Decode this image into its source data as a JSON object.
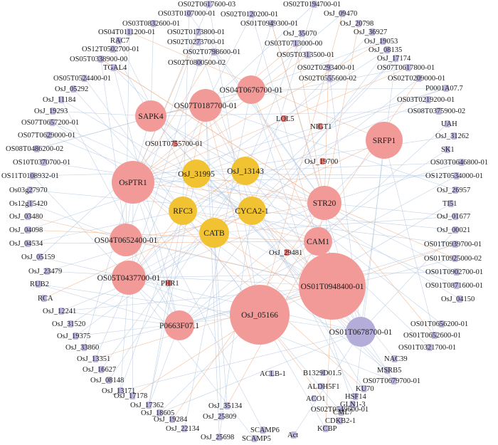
{
  "colors": {
    "background": "#ffffff",
    "red_node": "#f19a98",
    "yellow_node": "#f1c232",
    "purple_node": "#b4acd9",
    "small_node": "#b4acd9",
    "small_node_red": "#e0605a",
    "edge_blue": "#aec3de",
    "edge_orange": "#f3a777"
  },
  "hubs": [
    {
      "id": "SAPK4",
      "color": "red"
    },
    {
      "id": "OS07T0187700-01",
      "color": "red"
    },
    {
      "id": "OS04T0676700-01",
      "color": "red"
    },
    {
      "id": "SRFP1",
      "color": "red"
    },
    {
      "id": "OsPTR1",
      "color": "red"
    },
    {
      "id": "OS04T0652400-01",
      "color": "red"
    },
    {
      "id": "OS05T0437700-01",
      "color": "red"
    },
    {
      "id": "STR20",
      "color": "red"
    },
    {
      "id": "CAM1",
      "color": "red"
    },
    {
      "id": "OS01T0948400-01",
      "color": "red"
    },
    {
      "id": "OsJ_05166",
      "color": "red"
    },
    {
      "id": "P0663F07.1",
      "color": "red"
    },
    {
      "id": "OsJ_31995",
      "color": "yellow"
    },
    {
      "id": "OsJ_13143",
      "color": "yellow"
    },
    {
      "id": "RFC3",
      "color": "yellow"
    },
    {
      "id": "CYCA2-1",
      "color": "yellow"
    },
    {
      "id": "CATB",
      "color": "yellow"
    },
    {
      "id": "OS01T0678700-01",
      "color": "purple"
    }
  ],
  "inner_nodes": [
    {
      "id": "LOL5",
      "color": "red"
    },
    {
      "id": "NIGT1",
      "color": "red"
    },
    {
      "id": "OS01T0755700-01",
      "color": "red"
    },
    {
      "id": "OsJ_19700",
      "color": "red"
    },
    {
      "id": "OsJ_29481",
      "color": "red"
    },
    {
      "id": "PHR1",
      "color": "red"
    },
    {
      "id": "ACLB-1",
      "color": "purple"
    },
    {
      "id": "B1329D01.5",
      "color": "purple"
    },
    {
      "id": "ALDH5F1",
      "color": "purple"
    },
    {
      "id": "ACO1",
      "color": "purple"
    },
    {
      "id": "OS02T0549600-01",
      "color": "purple"
    }
  ],
  "ring_nodes": [
    "OS02T0617600-03",
    "OS02T0194700-01",
    "OS03T0107000-01",
    "OS02T0120200-01",
    "OsJ_09470",
    "OS03T0832600-01",
    "OS01T0949300-01",
    "OsJ_20798",
    "OS04T0111200-01",
    "OS02T0173800-01",
    "OsJ_35070",
    "OsJ_36927",
    "RAC7",
    "OS02T0273700-01",
    "OS03T0713000-00",
    "OsJ_19053",
    "OS12T0502700-01",
    "OsJ_08135",
    "OS05T0338900-00",
    "OS02T0798600-01",
    "OS05T0313500-01",
    "OsJ_17174",
    "TGAL4",
    "OS02T0800500-02",
    "OS02T0293400-01",
    "OS07T0617800-01",
    "OS05T0524400-01",
    "OS02T0555600-02",
    "OS02T0209000-01",
    "OsJ_05292",
    "P0001A07.7",
    "OsJ_11184",
    "OS03T0219200-01",
    "OsJ_19293",
    "OS08T0375900-02",
    "OS07T0657200-01",
    "UAH",
    "OS07T0629000-01",
    "OsJ_31262",
    "OS08T0486200-02",
    "SK1",
    "OS10T0370700-01",
    "OS03T0646800-01",
    "OS11T0108932-01",
    "OS12T0534000-01",
    "Os03g27970",
    "OsJ_26957",
    "Os12g15420",
    "TI51",
    "OsJ_03480",
    "OsJ_01677",
    "OsJ_04098",
    "OsJ_00021",
    "OsJ_04534",
    "OS01T0939700-01",
    "OsJ_05159",
    "OS01T0925000-02",
    "OsJ_23479",
    "OS01T0902700-01",
    "RUB2",
    "OS01T0871600-01",
    "RCA",
    "OsJ_04150",
    "OsJ_12241",
    "OS01T0656200-01",
    "OsJ_31520",
    "OS01T0652600-01",
    "OsJ_19375",
    "OS01T0321700-01",
    "OsJ_33860",
    "NAC39",
    "OsJ_13351",
    "MSRB5",
    "OsJ_16627",
    "OS07T0679700-01",
    "OsJ_08148",
    "KU70",
    "OsJ_13171",
    "HSF14",
    "OsJ_17178",
    "GLN1-3",
    "OsJ_17362",
    "CML7",
    "OsJ_18605",
    "CDKB2-1",
    "OsJ_19284",
    "KCBP",
    "OsJ_22134",
    "OsJ_25809",
    "OsJ_35134",
    "OsJ_25698",
    "SCAMP6",
    "SCAMP5",
    "Act"
  ]
}
